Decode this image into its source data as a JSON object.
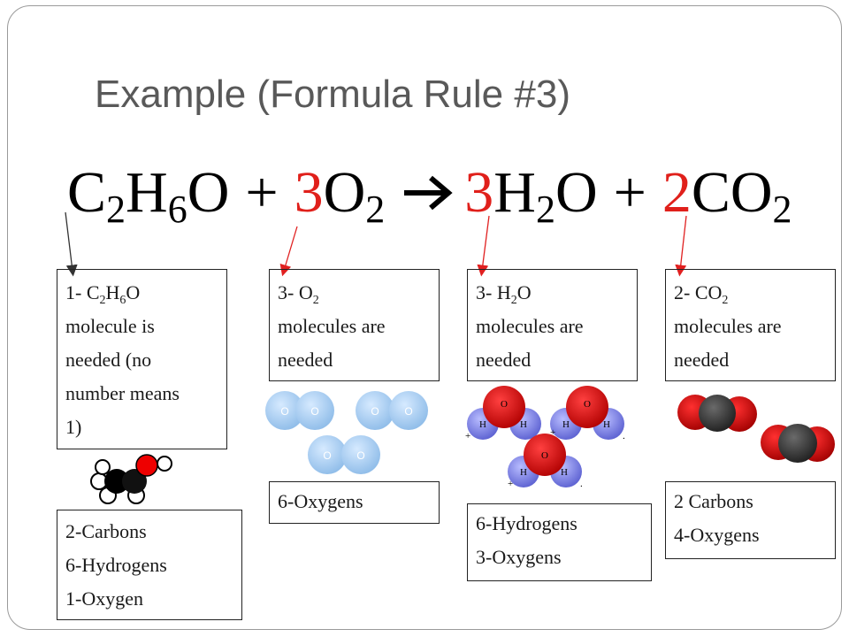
{
  "slide": {
    "title": "Example (Formula Rule #3)"
  },
  "equation": {
    "r1": {
      "c": "C",
      "c_sub": "2",
      "h": "H",
      "h_sub": "6",
      "o": "O"
    },
    "plus1": "+",
    "r2": {
      "coef": "3",
      "o": "O",
      "o_sub": "2"
    },
    "p1": {
      "coef": "3",
      "h": "H",
      "h_sub": "2",
      "o": "O"
    },
    "plus2": "+",
    "p2": {
      "coef": "2",
      "c": "CO",
      "o_sub": "2"
    }
  },
  "boxes": {
    "b1": {
      "prefix": "1- C",
      "s1": "2",
      "h": "H",
      "s2": "6",
      "o": "O",
      "line2": "molecule is",
      "line3": "needed (no",
      "line4": "number means",
      "line5": "1)"
    },
    "b2": {
      "prefix": "3- O",
      "s1": "2",
      "line2": "molecules are",
      "line3": "needed"
    },
    "b3": {
      "prefix": "3- H",
      "s1": "2",
      "o": "O",
      "line2": "molecules are",
      "line3": "needed"
    },
    "b4": {
      "prefix": "2- CO",
      "s1": "2",
      "line2": "molecules are",
      "line3": "needed"
    }
  },
  "counts": {
    "c1": [
      "2-Carbons",
      "6-Hydrogens",
      "1-Oxygen"
    ],
    "c2": [
      "6-Oxygens"
    ],
    "c3": [
      "6-Hydrogens",
      "3-Oxygens"
    ],
    "c4": [
      "2 Carbons",
      "4-Oxygens"
    ]
  },
  "atom_labels": {
    "oxygen": "O",
    "hydrogen": "H"
  },
  "colors": {
    "coefficient": "#e0201b",
    "title": "#595959",
    "oxygen_atom": "#cc0000",
    "carbon_atom": "#2a2a2a",
    "o2_bubble": "#9fc8ef",
    "hydrogen_atom": "#7b7fe0"
  }
}
